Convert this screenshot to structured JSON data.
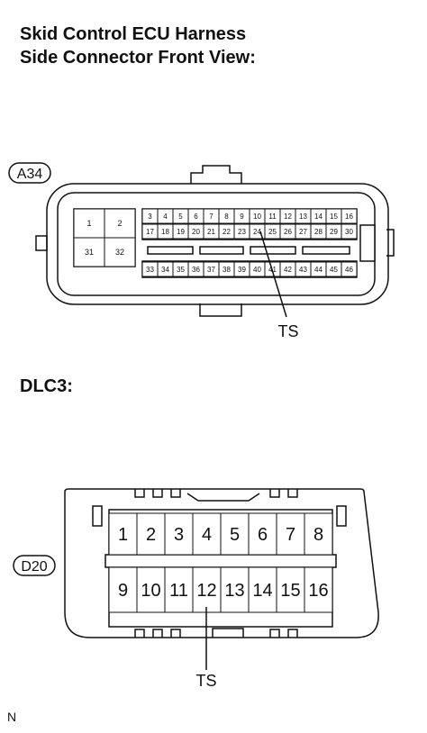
{
  "title_lines": [
    "Skid Control ECU Harness",
    "Side Connector Front View:"
  ],
  "a34": {
    "code": "A34",
    "big_pins": [
      "1",
      "2",
      "31",
      "32"
    ],
    "row1": [
      "3",
      "4",
      "5",
      "6",
      "7",
      "8",
      "9",
      "10",
      "11",
      "12",
      "13",
      "14",
      "15",
      "16"
    ],
    "row2": [
      "17",
      "18",
      "19",
      "20",
      "21",
      "22",
      "23",
      "24",
      "25",
      "26",
      "27",
      "28",
      "29",
      "30"
    ],
    "row3": [
      "33",
      "34",
      "35",
      "36",
      "37",
      "38",
      "39",
      "40",
      "41",
      "42",
      "43",
      "44",
      "45",
      "46"
    ],
    "ts_label": "TS"
  },
  "dlc_heading": "DLC3:",
  "d20": {
    "code": "D20",
    "top_row": [
      "1",
      "2",
      "3",
      "4",
      "5",
      "6",
      "7",
      "8"
    ],
    "bottom_row": [
      "9",
      "10",
      "11",
      "12",
      "13",
      "14",
      "15",
      "16"
    ],
    "ts_label": "TS"
  },
  "corner_mark": "N"
}
